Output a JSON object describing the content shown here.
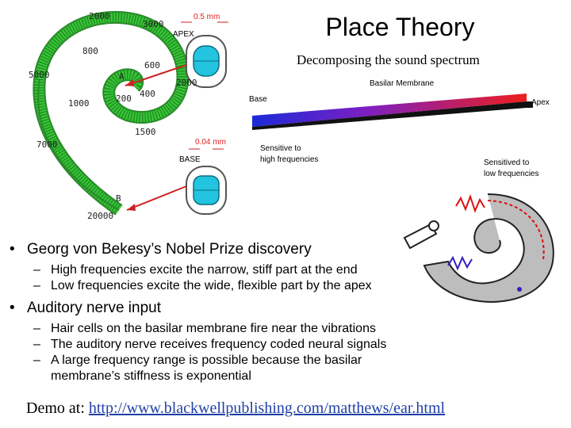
{
  "slide": {
    "title": "Place Theory",
    "subtitle": "Decomposing the sound spectrum"
  },
  "cochlea_figure": {
    "frequency_labels": [
      "2000",
      "3000",
      "800",
      "600",
      "5000",
      "A",
      "200",
      "400",
      "1000",
      "2000",
      "1500",
      "7000",
      "B",
      "20000"
    ],
    "apex_label": "APEX",
    "base_label": "BASE",
    "apex_width": "0.5 mm",
    "base_width": "0.04 mm"
  },
  "membrane_figure": {
    "title": "Basilar Membrane",
    "base_label": "Base",
    "apex_label": "Apex",
    "high_label_line1": "Sensitive to",
    "high_label_line2": "high frequencies",
    "low_label_line1": "Sensitived to",
    "low_label_line2": "low frequencies"
  },
  "bullets": [
    {
      "text": "Georg von Bekesy’s Nobel Prize discovery",
      "sub": [
        "High frequencies excite the narrow, stiff part at the end",
        "Low frequencies excite the wide, flexible part by the apex"
      ]
    },
    {
      "text": "Auditory nerve input",
      "sub": [
        "Hair cells on the basilar membrane fire near the vibrations",
        "The auditory nerve receives frequency coded neural signals",
        "A large frequency range is possible because the basilar membrane’s stiffness is exponential"
      ]
    }
  ],
  "demo": {
    "label": "Demo at",
    "separator": ": ",
    "url": "http://www.blackwellpublishing.com/matthews/ear.html"
  },
  "colors": {
    "cochlea_green": "#33cc33",
    "cross_section_cyan": "#22c4e0",
    "arrow_red": "#cc2222",
    "link_blue": "#1f3fa6"
  }
}
